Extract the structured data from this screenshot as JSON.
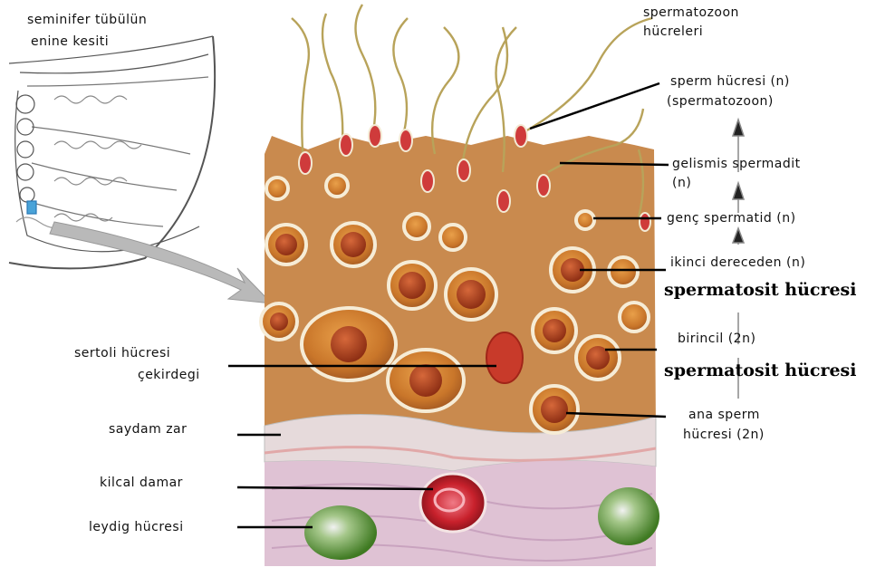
{
  "labels": {
    "tubule_section_1": "seminifer tübülün",
    "tubule_section_2": "enine kesiti",
    "spermatozoon_cells_1": "spermatozoon",
    "spermatozoon_cells_2": "hücreleri",
    "sperm_cell_1": "sperm hücresi (n)",
    "sperm_cell_2": "(spermatozoon)",
    "developed_spermatid_1": "gelismis spermadit",
    "developed_spermatid_2": "(n)",
    "young_spermatid": "genç spermatid (n)",
    "secondary_1": "ikinci dereceden (n)",
    "secondary_2": "spermatosit hücresi",
    "primary_1": "birincil (2n)",
    "primary_2": "spermatosit hücresi",
    "mother_sperm_1": "ana sperm",
    "mother_sperm_2": "hücresi (2n)",
    "sertoli_1": "sertoli hücresi",
    "sertoli_2": "çekirdegi",
    "membrane": "saydam zar",
    "capillary": "kilcal damar",
    "leydig": "leydig hücresi"
  },
  "colors": {
    "tissue": "#c98a4e",
    "cell_nucleus": "#b5481f",
    "cell_body": "#dc8a35",
    "membrane_band": "#e3d6d8",
    "connective": "#d9b8cf",
    "capillary": "#c8212c",
    "leydig": "#6b9e3a",
    "arrow": "#b8b8b8"
  }
}
